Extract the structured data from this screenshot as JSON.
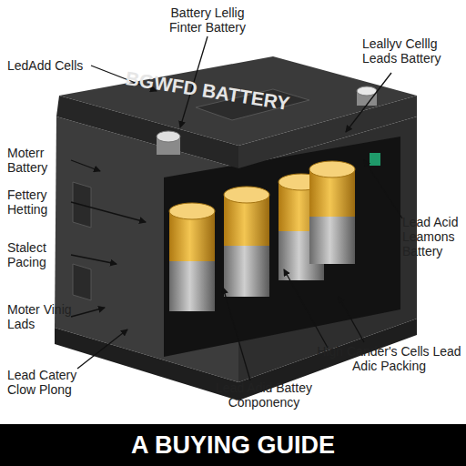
{
  "diagram": {
    "caption": "A BUYING GUIDE",
    "labels": [
      "Battery Lellig Finter Battery",
      "LedAdd Cells",
      "BGWFD BATTERY",
      "Leallyv Celllg Leads Battery",
      "Moterr Battery",
      "Fettery Hetting",
      "Stalect Pacing",
      "Moter Vinig Lads",
      "Lead Catery Clow Plong",
      "Lead Adid Battey Conponency",
      "High Cander's Cells Lead Adic Packing",
      "Lead Acid Leamons Battery"
    ]
  }
}
